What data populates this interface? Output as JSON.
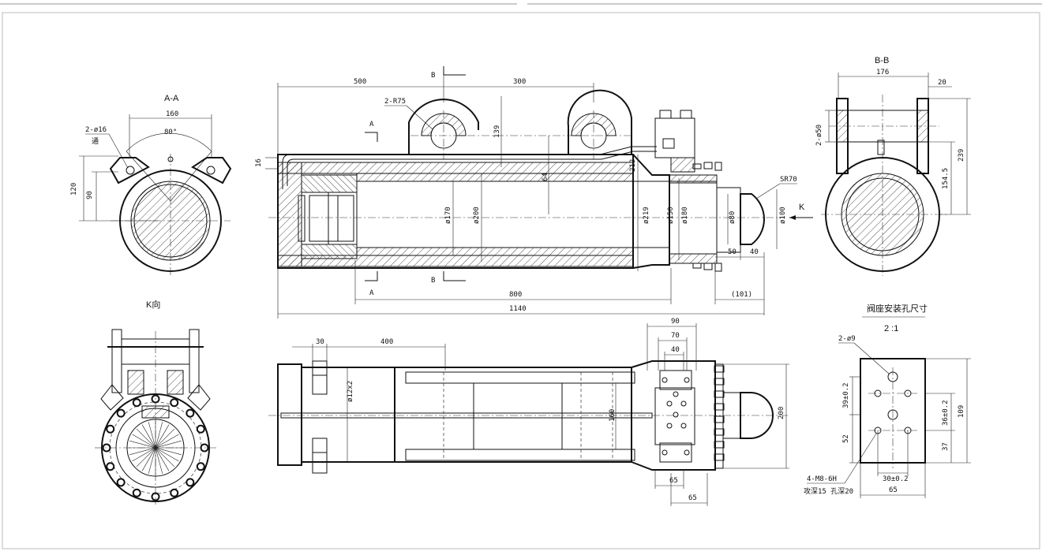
{
  "views": {
    "aa": {
      "title": "A-A",
      "dim_160": "160",
      "dim_80deg": "80°",
      "holes": "2-ø16",
      "holes_note": "通",
      "dim_120": "120",
      "dim_90": "90"
    },
    "main": {
      "dim_500": "500",
      "dim_300": "300",
      "dim_2r75": "2-R75",
      "dim_139": "139",
      "dim_16": "16",
      "dim_212": "212",
      "dim_64": "64",
      "dim_sr70": "SR70",
      "dim_k": "K",
      "dim_d170": "ø170",
      "dim_d200": "ø200",
      "dim_d219": "ø219",
      "dim_d150": "ø150",
      "dim_d180": "ø180",
      "dim_d80": "ø80",
      "dim_d100": "ø100",
      "dim_50": "50",
      "dim_40": "40",
      "dim_800": "800",
      "dim_101": "(101)",
      "dim_1140": "1140",
      "sec_a": "A",
      "sec_b": "B"
    },
    "bb": {
      "title": "B-B",
      "dim_176": "176",
      "dim_20": "20",
      "dim_2d50": "2-ø50",
      "dim_239": "239",
      "dim_154": "154.5"
    },
    "k": {
      "title": "K向"
    },
    "plan": {
      "dim_30": "30",
      "dim_400": "400",
      "dim_d12": "ø12x2",
      "dim_160": "160",
      "dim_200": "200",
      "dim_90": "90",
      "dim_70": "70",
      "dim_40": "40",
      "dim_65a": "65",
      "dim_65b": "65"
    },
    "valve": {
      "title": "阀座安装孔尺寸",
      "scale": "2 :1",
      "holes": "2-ø9",
      "dim_39": "39±0.2",
      "dim_36": "36±0.2",
      "dim_109": "109",
      "dim_52": "52",
      "dim_37": "37",
      "dim_30": "30±0.2",
      "dim_65": "65",
      "thread": "4-M8-6H",
      "thread_note": "攻深15 孔深20"
    }
  }
}
